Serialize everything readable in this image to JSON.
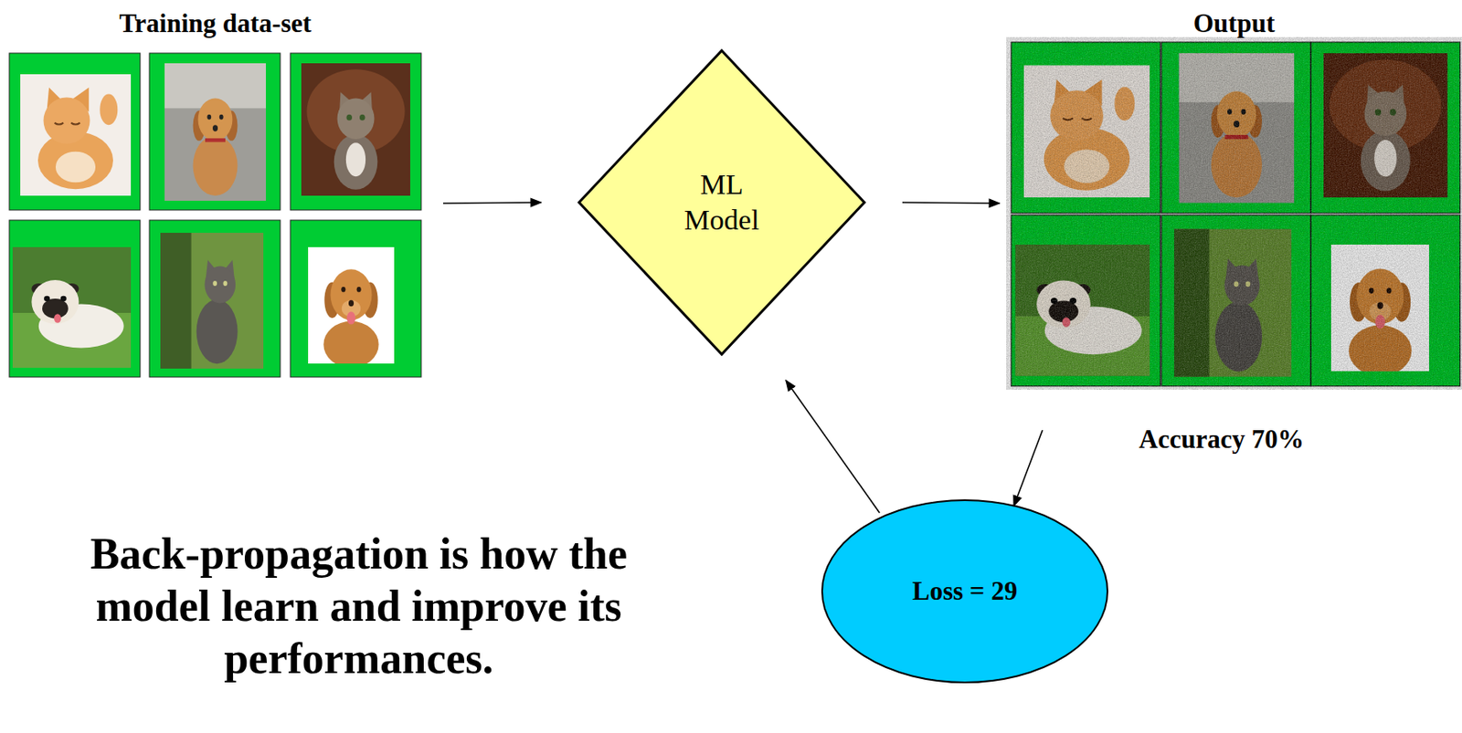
{
  "diagram": {
    "nodes": [
      {
        "text": [
          "Training data-set"
        ]
      },
      {
        "text": [
          "ML Model"
        ]
      },
      {
        "text": [
          "Output"
        ]
      },
      {
        "text": [
          "Loss = 29"
        ]
      }
    ],
    "edges": [
      {
        "from": 0,
        "to": 1,
        "arrow": "to"
      },
      {
        "from": 1,
        "to": 2,
        "arrow": "to"
      },
      {
        "from": 2,
        "to": 3,
        "arrow": "to"
      },
      {
        "from": 3,
        "to": 1,
        "arrow": "to"
      }
    ],
    "labels": [
      "Accuracy 70%",
      "Back-propagation is how the model learn and improve its performances."
    ]
  }
}
